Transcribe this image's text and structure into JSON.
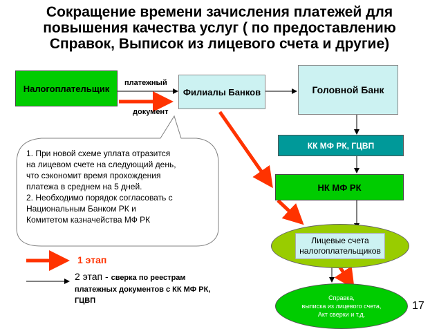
{
  "title": {
    "line1": "Сокращение времени зачисления платежей для",
    "line2": "повышения качества услуг ( по предоставлению",
    "line3": "Справок, Выписок из лицевого счета и другие)"
  },
  "nodes": {
    "taxpayer": "Налогоплательщик",
    "branches": "Филиалы Банков",
    "head_bank": "Головной Банк",
    "kk": "КК МФ РК, ГЦВП",
    "nk": "НК МФ РК",
    "accounts_line1": "Лицевые счета",
    "accounts_line2": "налогоплательщиков",
    "cert_line1": "Справка,",
    "cert_line2": "выписка из лицевого счета,",
    "cert_line3": "Акт сверки и т.д."
  },
  "edge_labels": {
    "payment_top": "платежный",
    "payment_bottom": "документ"
  },
  "note": {
    "lines": [
      "1. При новой схеме уплата отразится",
      "на лицевом счете на следующий день,",
      "что сэкономит время прохождения",
      "платежа в среднем на 5 дней.",
      "2. Необходимо порядок согласовать с",
      "Национальным Банком РК и",
      "Комитетом казначейства МФ РК"
    ]
  },
  "legend": {
    "stage1": "1 этап",
    "stage2_prefix": "2 этап - ",
    "stage2_line1": "сверка по реестрам",
    "stage2_line2": "платежных документов с КК МФ РК,",
    "stage2_line3": "ГЦВП"
  },
  "page_number": "17",
  "colors": {
    "green": "#00cc00",
    "light_cyan": "#ccf2f2",
    "teal": "#009999",
    "lime": "#99cc00",
    "red_arrow": "#ff3300"
  }
}
